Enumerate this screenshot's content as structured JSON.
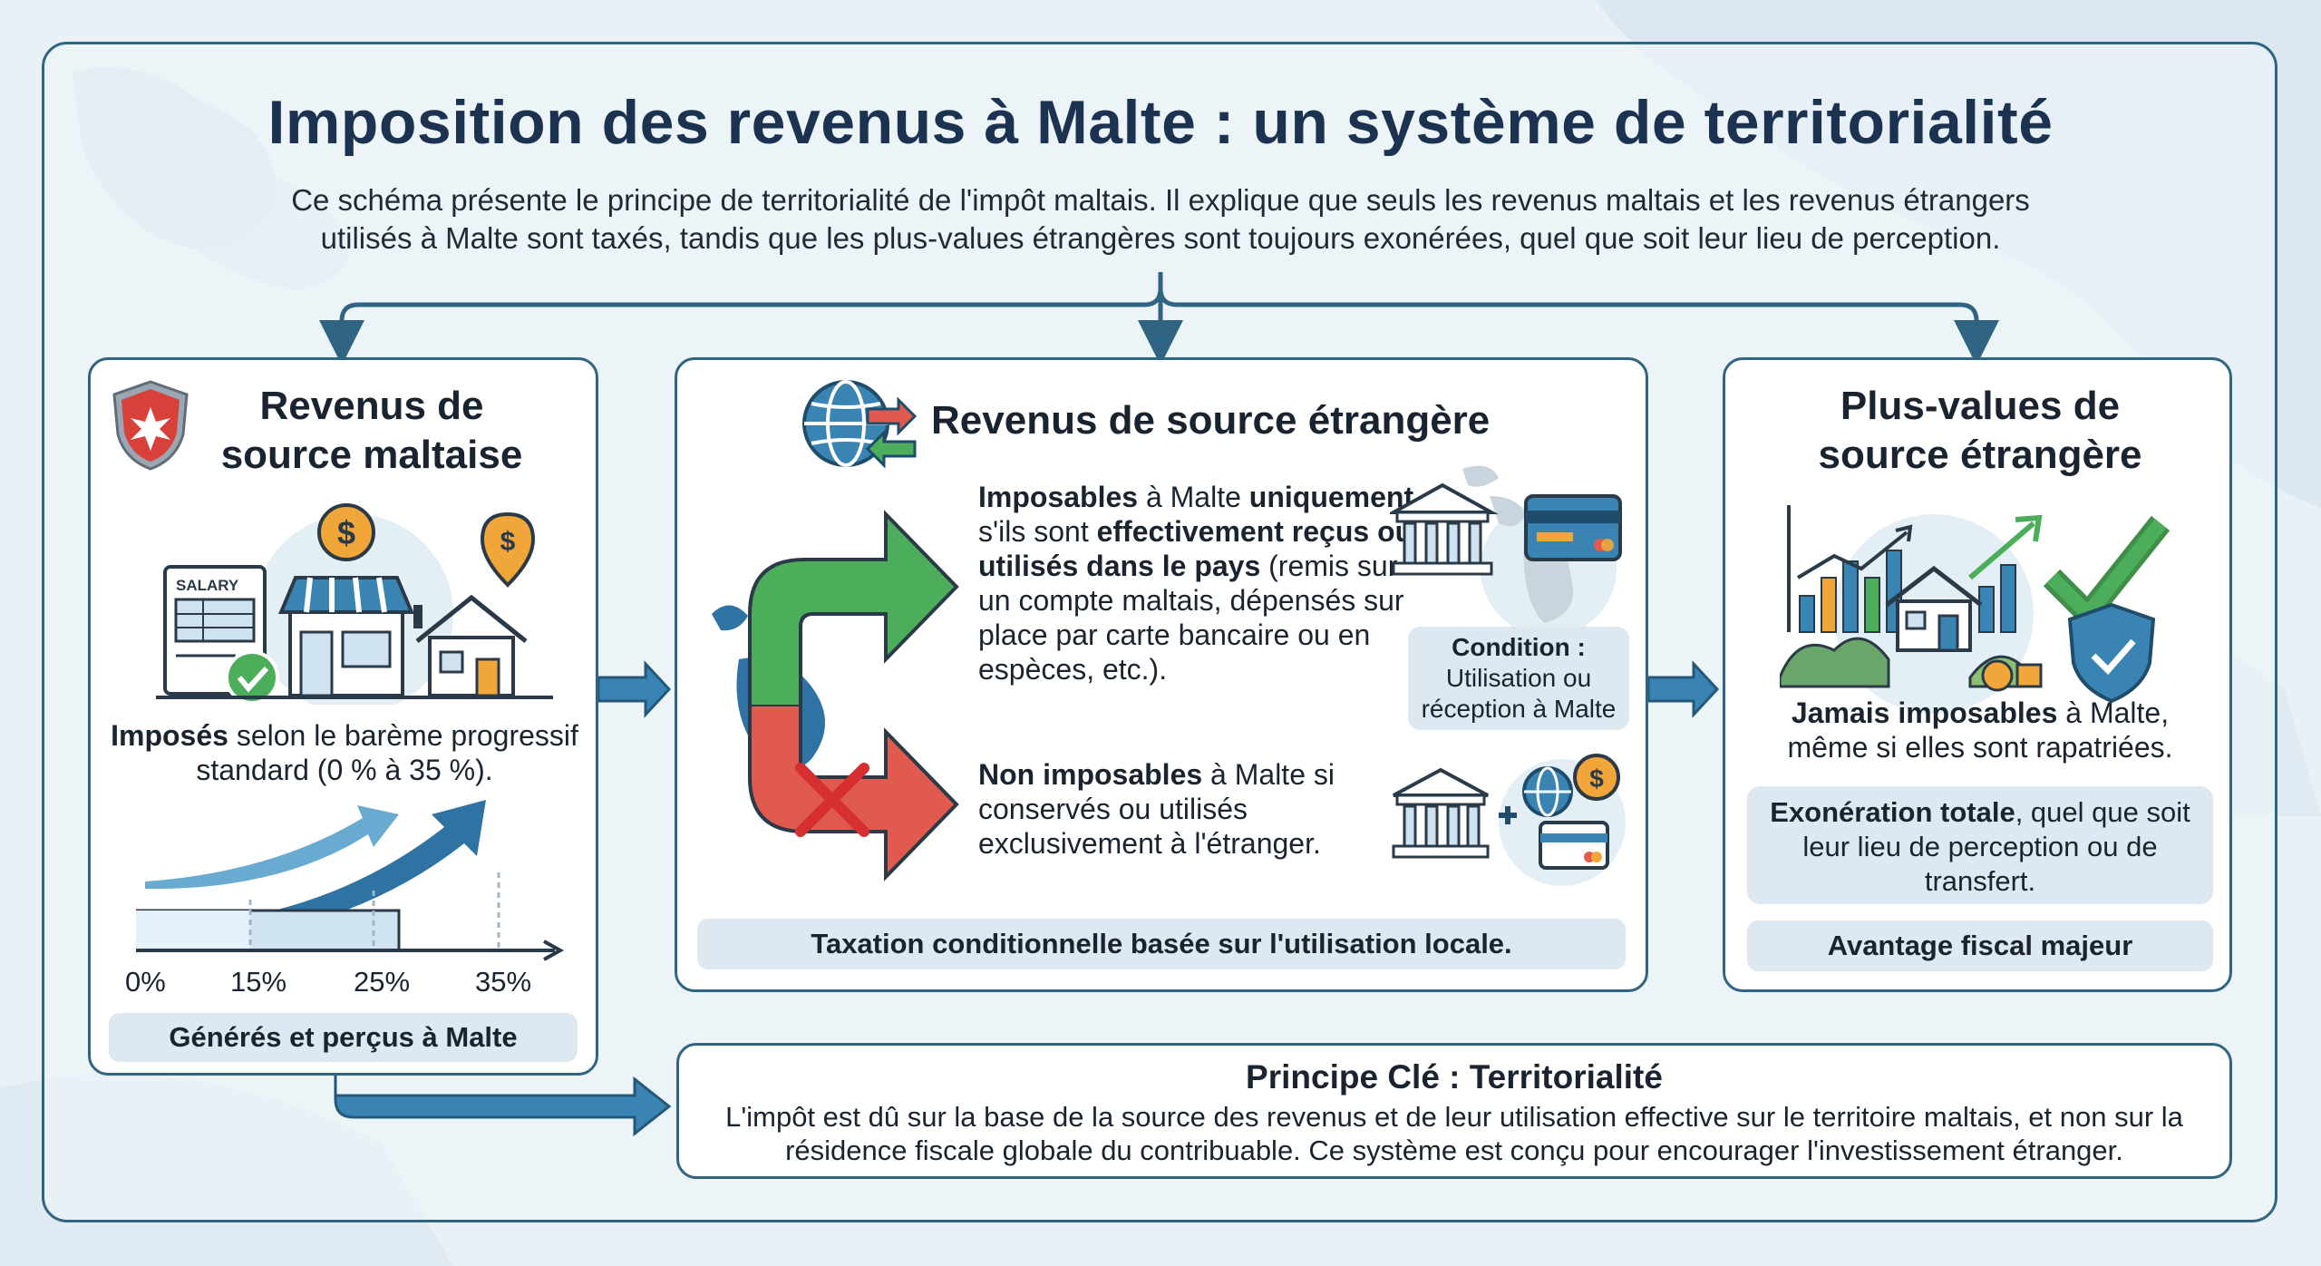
{
  "title": "Imposition des revenus à Malte : un système de territorialité",
  "intro": "Ce schéma présente le principe de territorialité de l'impôt maltais. Il explique que seuls les revenus maltais et les revenus étrangers utilisés à Malte sont taxés, tandis que les plus-values étrangères sont toujours exonérées, quel que soit leur lieu de perception.",
  "colors": {
    "frame": "#2f6483",
    "title": "#1b3350",
    "pill": "#dde8f0",
    "green": "#4cae5b",
    "red": "#e05a4f",
    "blue": "#2f7fb0"
  },
  "maltese": {
    "title_line1": "Revenus de",
    "title_line2": "source maltaise",
    "salary_label": "SALARY",
    "text_bold": "Imposés",
    "text_rest": " selon le barème progressif standard (0 % à 35 %).",
    "scale": [
      "0%",
      "15%",
      "25%",
      "35%"
    ],
    "footer": "Générés et perçus à Malte",
    "icons": [
      "shield-cross-icon",
      "salary-document-icon",
      "shop-icon",
      "house-icon",
      "dollar-coin-icon",
      "location-pin-icon",
      "check-icon",
      "growth-arrow-icon"
    ]
  },
  "foreign": {
    "title": "Revenus de source étrangère",
    "taxable_bold1": "Imposables",
    "taxable_t1": " à Malte ",
    "taxable_bold2": "uniquement",
    "taxable_t2": " s'ils sont ",
    "taxable_bold3": "effectivement reçus ou utilisés dans le pays",
    "taxable_t3": " (remis sur un compte maltais, dépensés sur place par carte bancaire ou en espèces, etc.).",
    "condition_title": "Condition :",
    "condition_text": "Utilisation ou réception à Malte",
    "nontaxable_bold": "Non imposables",
    "nontaxable_rest": " à Malte si conservés ou utilisés exclusivement à l'étranger.",
    "footer": "Taxation conditionnelle basée sur l'utilisation locale.",
    "icons": [
      "globe-exchange-icon",
      "malta-map-icon",
      "bank-icon",
      "credit-card-icon",
      "globe-icon",
      "dollar-coin-icon",
      "green-arrow-icon",
      "red-arrow-icon",
      "cross-icon"
    ]
  },
  "gains": {
    "title_line1": "Plus-values de",
    "title_line2": "source étrangère",
    "text_bold": "Jamais imposables",
    "text_rest": " à Malte, même si elles sont rapatriées.",
    "box_bold": "Exonération totale",
    "box_rest": ", quel que soit leur lieu de perception ou de transfert.",
    "footer": "Avantage fiscal majeur",
    "icons": [
      "bar-chart-icon",
      "house-icon",
      "check-icon",
      "shield-check-icon"
    ]
  },
  "principle": {
    "title": "Principe Clé : Territorialité",
    "text": "L'impôt est dû sur la base de la source des revenus et de leur utilisation effective sur le territoire maltais, et non sur la résidence fiscale globale du contribuable. Ce système est conçu pour encourager l'investissement étranger."
  }
}
